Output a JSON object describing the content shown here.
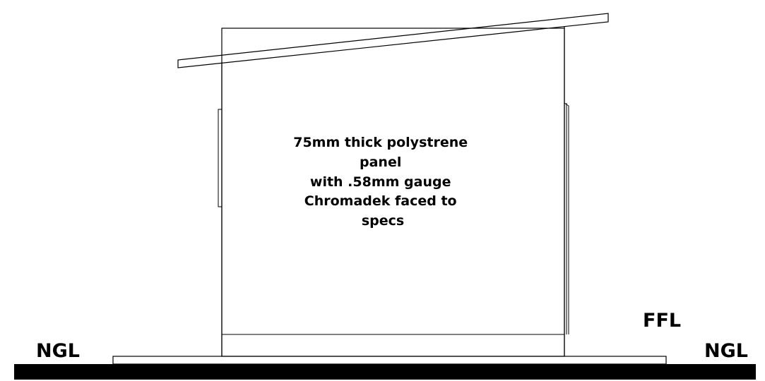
{
  "panel_note": {
    "lines": [
      "75mm thick polystrene",
      "panel",
      "with .58mm gauge",
      "Chromadek faced to",
      "specs"
    ]
  },
  "levels": {
    "ngl_left": "NGL",
    "ngl_right": "NGL",
    "ffl": "FFL"
  },
  "colors": {
    "ink": "#000000",
    "background": "#ffffff"
  }
}
